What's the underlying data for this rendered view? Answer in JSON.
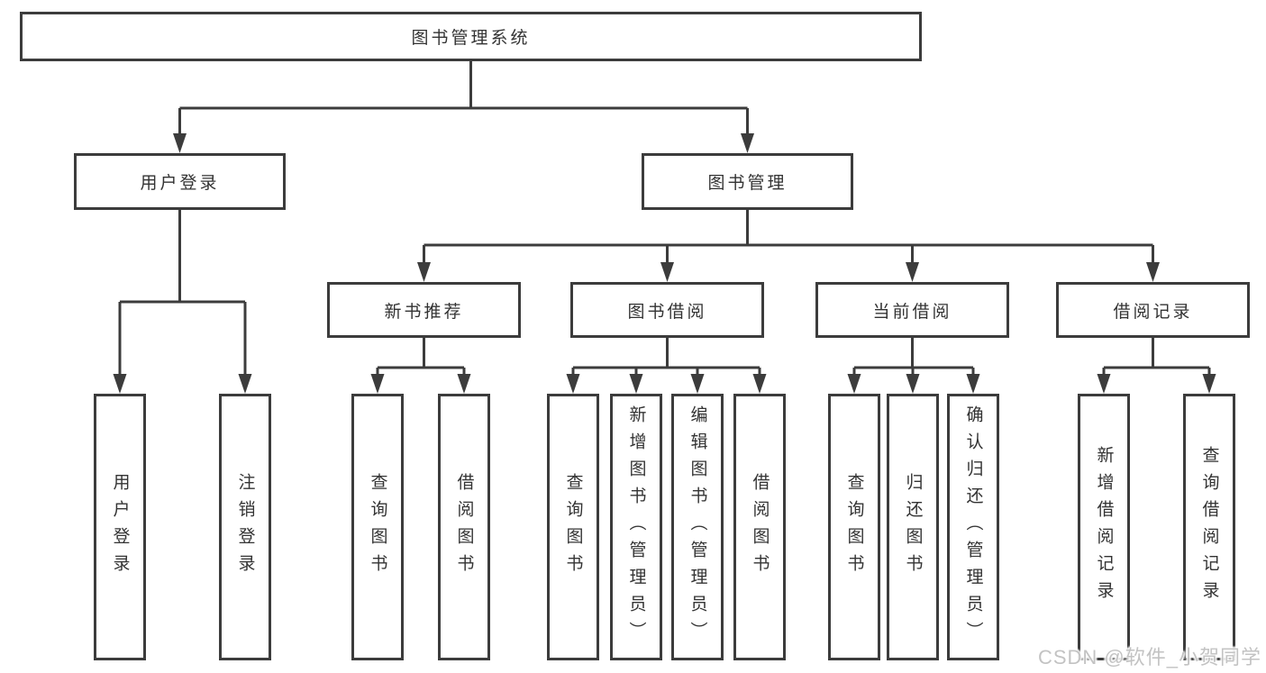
{
  "tree": {
    "root": {
      "label": "图书管理系统"
    },
    "branches": [
      {
        "label": "用户登录",
        "children": [
          {
            "label": "用户登录"
          },
          {
            "label": "注销登录"
          }
        ]
      },
      {
        "label": "图书管理",
        "children": [
          {
            "label": "新书推荐",
            "children": [
              {
                "label": "查询图书"
              },
              {
                "label": "借阅图书"
              }
            ]
          },
          {
            "label": "图书借阅",
            "children": [
              {
                "label": "查询图书"
              },
              {
                "label": "新增图书（管理员）"
              },
              {
                "label": "编辑图书（管理员）"
              },
              {
                "label": "借阅图书"
              }
            ]
          },
          {
            "label": "当前借阅",
            "children": [
              {
                "label": "查询图书"
              },
              {
                "label": "归还图书"
              },
              {
                "label": "确认归还（管理员）"
              }
            ]
          },
          {
            "label": "借阅记录",
            "children": [
              {
                "label": "新增借阅记录"
              },
              {
                "label": "查询借阅记录"
              }
            ]
          }
        ]
      }
    ]
  },
  "watermark": {
    "text": "CSDN @软件_小贺同学"
  },
  "colors": {
    "line": "#3c3c3c",
    "box_border": "#3c3c3c",
    "text": "#333333",
    "background": "#ffffff",
    "watermark": "#c3c3c3"
  }
}
